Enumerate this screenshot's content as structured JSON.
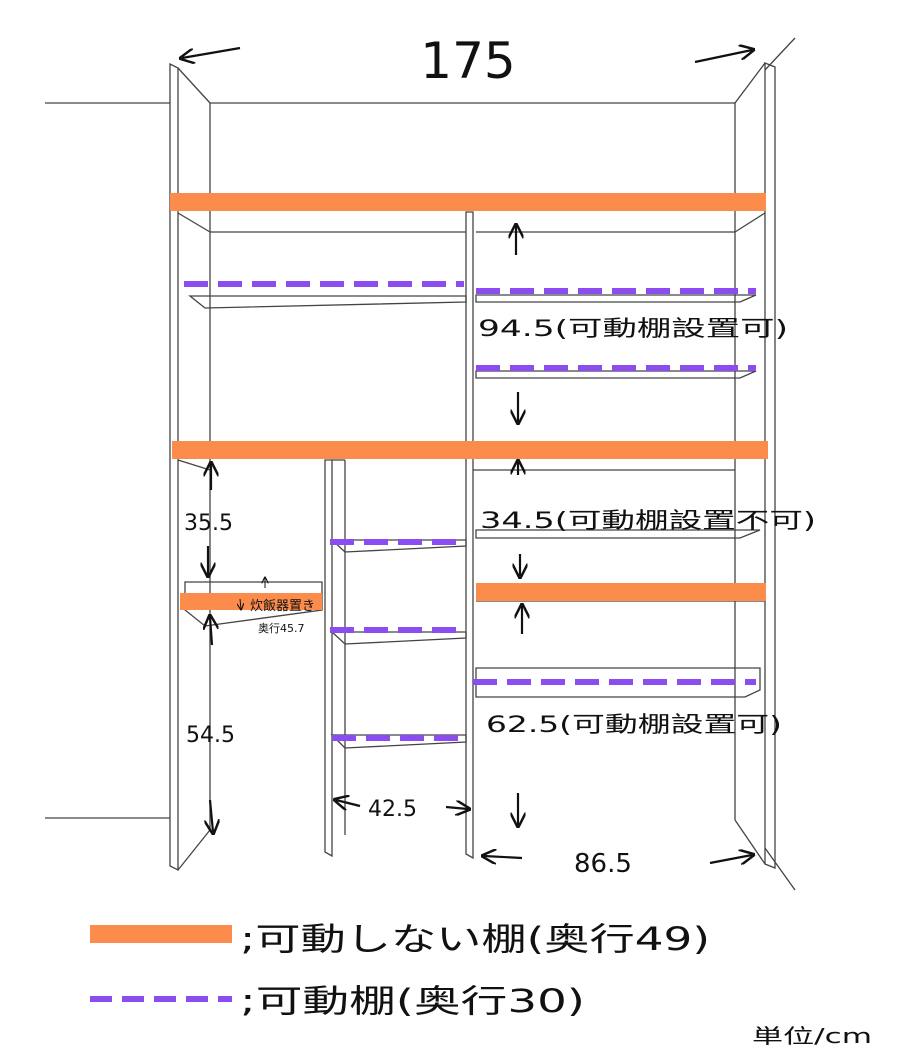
{
  "dimensions": {
    "total_width": "175",
    "upper_right_height": "94.5(可動棚設置可)",
    "middle_right_height": "34.5(可動棚設置不可)",
    "lower_right_height": "62.5(可動棚設置可)",
    "left_middle_height": "35.5",
    "left_lower_height": "54.5",
    "middle_column_width": "42.5",
    "right_column_width": "86.5"
  },
  "rice_cooker": {
    "label": "炊飯器置き",
    "depth": "奥行45.7"
  },
  "legend": {
    "fixed": {
      "label": ";可動しない棚(奥行49)",
      "color": "#fb8c4c"
    },
    "movable": {
      "label": ";可動棚(奥行30)",
      "color": "#8b4cf0"
    }
  },
  "unit": "単位/cm",
  "colors": {
    "line": "#444444",
    "fixed_shelf": "#fb8c4c",
    "movable_shelf": "#8b4cf0"
  }
}
